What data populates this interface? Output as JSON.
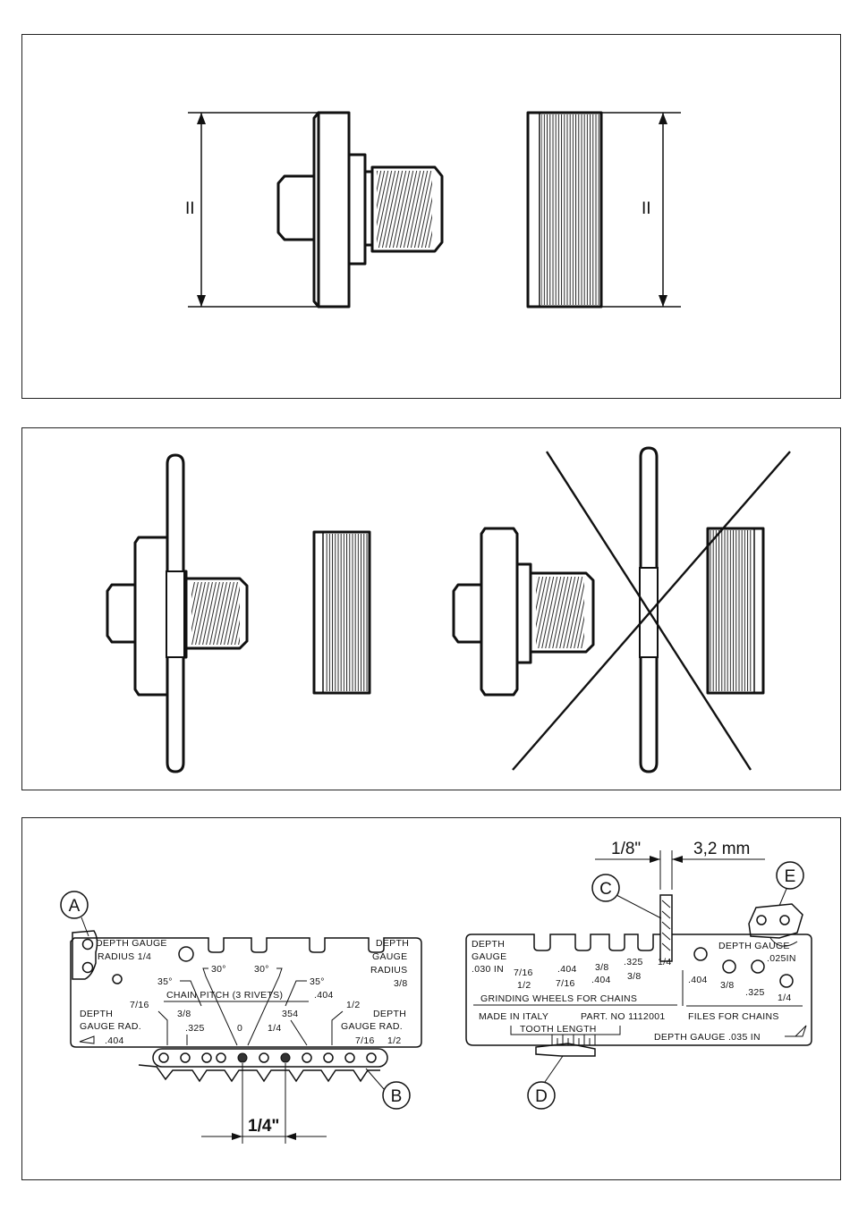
{
  "panel1": {
    "dim_left": "II",
    "dim_right": "II"
  },
  "panel3": {
    "gauge_left": {
      "depth_gauge_radius_14_line1": "DEPTH GAUGE",
      "depth_gauge_radius_14_line2": "RADIUS 1/4",
      "depth_gauge_radius_38_line1": "DEPTH",
      "depth_gauge_radius_38_line2": "GAUGE",
      "depth_gauge_radius_38_line3": "RADIUS",
      "depth_gauge_radius_38_line4": "3/8",
      "angle_35_left": "35°",
      "angle_30_left": "30°",
      "angle_30_right": "30°",
      "angle_35_right": "35°",
      "chain_pitch": "CHAIN PITCH (3 RIVETS)",
      "p_404_right": ".404",
      "p_716_left": "7/16",
      "p_38": "3/8",
      "p_325": ".325",
      "p_0": "0",
      "p_354": "354",
      "p_14": "1/4",
      "p_12_right": "1/2",
      "depth_gauge_rad_left_line1": "DEPTH",
      "depth_gauge_rad_left_line2": "GAUGE RAD.",
      "p_404_left": ".404",
      "depth_gauge_rad_right_line1": "DEPTH",
      "depth_gauge_rad_right_line2": "GAUGE RAD.",
      "p_716_bottom": "7/16",
      "p_12_bottom": "1/2",
      "pitch_dim": "1/4\""
    },
    "gauge_right": {
      "depth_gauge_030_line1": "DEPTH",
      "depth_gauge_030_line2": "GAUGE",
      "depth_gauge_030_line3": ".030 IN",
      "w_716": "7/16",
      "w_12": "1/2",
      "w_404_a": ".404",
      "w_716_b": "7/16",
      "w_38": "3/8",
      "w_404_b": ".404",
      "w_325": ".325",
      "w_38_b": "3/8",
      "w_14": "1/4",
      "grinding_wheels": "GRINDING WHEELS FOR CHAINS",
      "depth_gauge_025_line1": "DEPTH GAUGE",
      "depth_gauge_025_line2": ".025IN",
      "f_404": ".404",
      "f_38": "3/8",
      "f_325": ".325",
      "f_14": "1/4",
      "files_for_chains": "FILES FOR CHAINS",
      "made_in_italy": "MADE IN ITALY",
      "part_no": "PART. NO  1112001",
      "tooth_length": "TOOTH LENGTH",
      "depth_gauge_035": "DEPTH GAUGE .035 IN",
      "dim_inch": "1/8\"",
      "dim_mm": "3,2 mm"
    },
    "callouts": {
      "a": "A",
      "b": "B",
      "c": "C",
      "d": "D",
      "e": "E"
    }
  }
}
